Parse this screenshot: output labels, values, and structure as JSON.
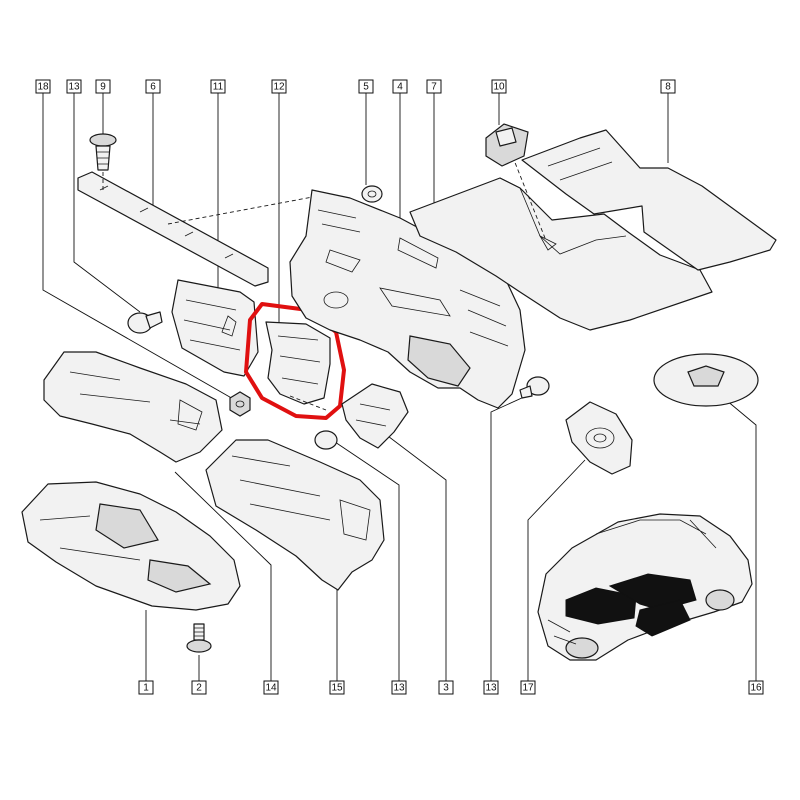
{
  "callouts": [
    {
      "id": "c18",
      "label": "18"
    },
    {
      "id": "c13a",
      "label": "13"
    },
    {
      "id": "c9",
      "label": "9"
    },
    {
      "id": "c6",
      "label": "6"
    },
    {
      "id": "c11",
      "label": "11"
    },
    {
      "id": "c12",
      "label": "12"
    },
    {
      "id": "c5",
      "label": "5"
    },
    {
      "id": "c4",
      "label": "4"
    },
    {
      "id": "c7",
      "label": "7"
    },
    {
      "id": "c10",
      "label": "10"
    },
    {
      "id": "c8",
      "label": "8"
    },
    {
      "id": "c1",
      "label": "1"
    },
    {
      "id": "c2",
      "label": "2"
    },
    {
      "id": "c14",
      "label": "14"
    },
    {
      "id": "c15",
      "label": "15"
    },
    {
      "id": "c13b",
      "label": "13"
    },
    {
      "id": "c3",
      "label": "3"
    },
    {
      "id": "c13c",
      "label": "13"
    },
    {
      "id": "c17",
      "label": "17"
    },
    {
      "id": "c16",
      "label": "16"
    }
  ],
  "highlight_color": "#e01010",
  "highlighted_part": "12"
}
